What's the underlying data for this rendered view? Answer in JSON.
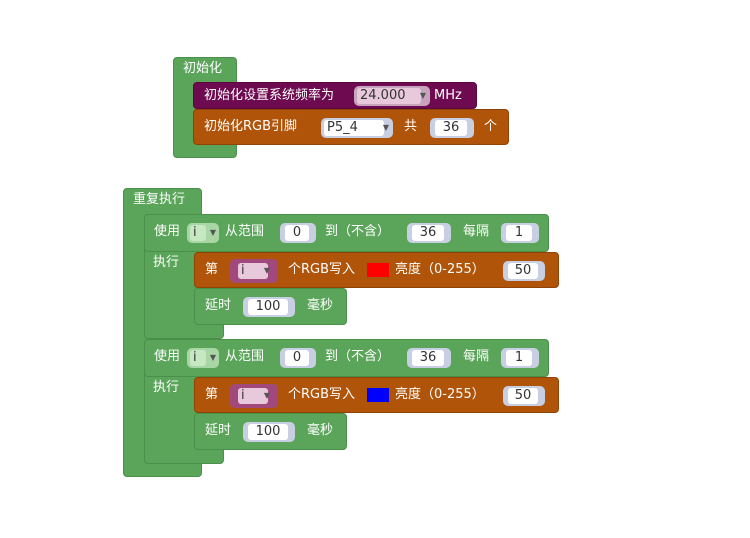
{
  "colors": {
    "loop_green": "#5ba55b",
    "plum": "#6e0a4f",
    "orange": "#b0540a",
    "led_red": "#ff0000",
    "led_blue": "#0000ff"
  },
  "init": {
    "header": "初始化",
    "freq": {
      "label": "初始化设置系统频率为",
      "value": "24.000",
      "unit": "MHz"
    },
    "rgb": {
      "label": "初始化RGB引脚",
      "pin": "P5_4",
      "count_label": "共",
      "count": "36",
      "unit": "个"
    }
  },
  "repeat": {
    "header": "重复执行",
    "loops": [
      {
        "use": "使用",
        "var": "i",
        "from": "从范围",
        "start": "0",
        "to": "到（不含）",
        "end": "36",
        "step_label": "每隔",
        "step": "1",
        "do": "执行",
        "nth": "第",
        "nvar": "i",
        "write": "个RGB写入",
        "color": "#ff0000",
        "bright": "亮度（0-255）",
        "level": "50",
        "delay": "延时",
        "ms": "100",
        "ms_unit": "毫秒"
      },
      {
        "use": "使用",
        "var": "i",
        "from": "从范围",
        "start": "0",
        "to": "到（不含）",
        "end": "36",
        "step_label": "每隔",
        "step": "1",
        "do": "执行",
        "nth": "第",
        "nvar": "i",
        "write": "个RGB写入",
        "color": "#0000ff",
        "bright": "亮度（0-255）",
        "level": "50",
        "delay": "延时",
        "ms": "100",
        "ms_unit": "毫秒"
      }
    ]
  }
}
